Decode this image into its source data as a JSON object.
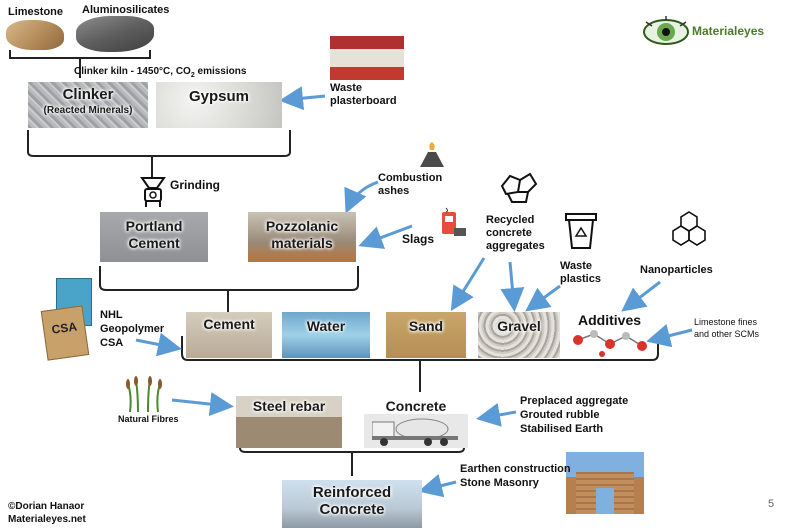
{
  "header": {
    "limestone": "Limestone",
    "aluminosilicates": "Aluminosilicates",
    "kiln_pre": "Clinker kiln - 1450°C, CO",
    "kiln_sub": "2",
    "kiln_post": " emissions",
    "brand": "Materialeyes"
  },
  "stage1": {
    "clinker": "Clinker",
    "clinker_sub": "(Reacted Minerals)",
    "gypsum": "Gypsum",
    "waste_plasterboard": "Waste plasterboard"
  },
  "stage2": {
    "grinding": "Grinding",
    "portland": "Portland Cement",
    "pozzolanic": "Pozzolanic materials",
    "combustion": "Combustion ashes",
    "slags": "Slags",
    "recycled": "Recycled concrete aggregates",
    "waste_plastics": "Waste plastics",
    "nanoparticles": "Nanoparticles"
  },
  "stage3": {
    "alt_cements": [
      "NHL",
      "Geopolymer",
      "CSA"
    ],
    "bag_label": "CSA",
    "cement": "Cement",
    "water": "Water",
    "sand": "Sand",
    "gravel": "Gravel",
    "additives": "Additives",
    "limestone_fines": "Limestone fines and other SCMs"
  },
  "stage4": {
    "natural_fibres": "Natural Fibres",
    "steel_rebar": "Steel rebar",
    "concrete": "Concrete",
    "alternatives": [
      "Preplaced aggregate",
      "Grouted rubble",
      "Stabilised Earth"
    ]
  },
  "stage5": {
    "earthen": [
      "Earthen construction",
      "Stone Masonry"
    ],
    "reinforced": "Reinforced Concrete"
  },
  "footer": {
    "credit": "©Dorian Hanaor",
    "site": "Materialeyes.net",
    "page": "5"
  },
  "colors": {
    "arrow": "#5b9bd5",
    "bracket": "#222222",
    "logo_green": "#4a7a2a"
  }
}
